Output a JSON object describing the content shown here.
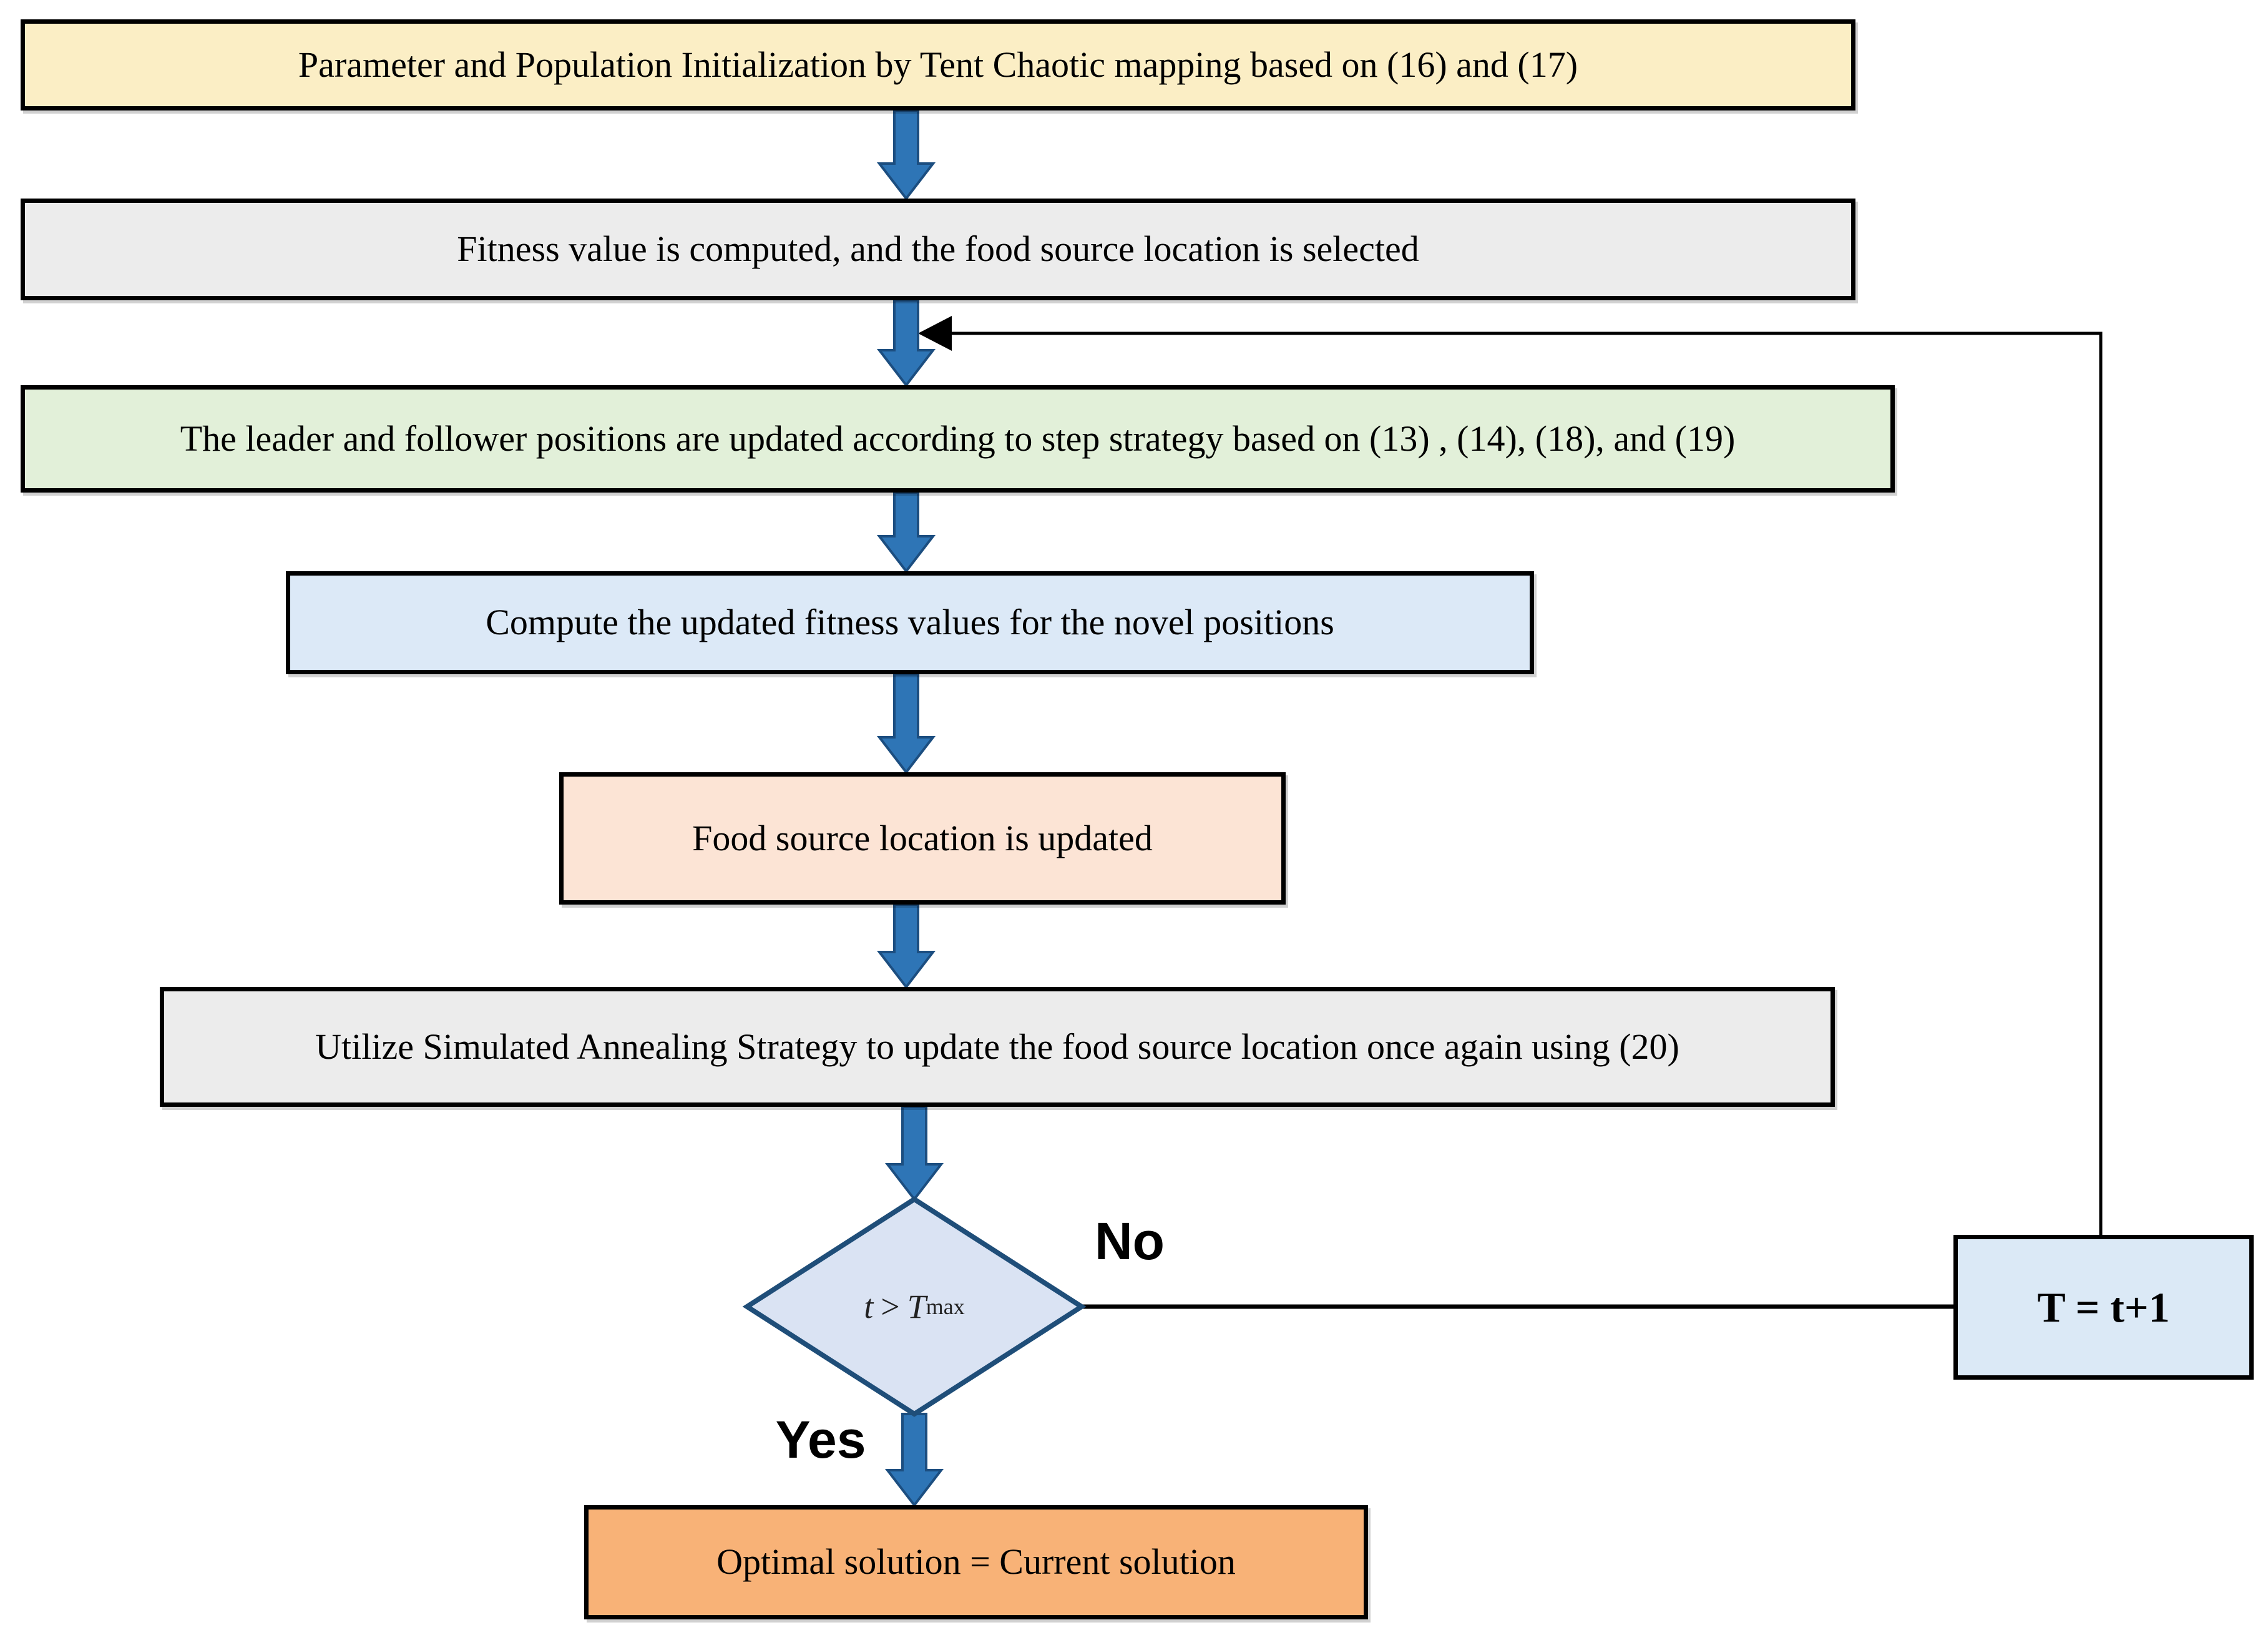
{
  "colors": {
    "background": "#ffffff",
    "init_fill": "#fbeec5",
    "fitness_fill": "#ececec",
    "leader_fill": "#e2f0d9",
    "compute_fill": "#dce9f7",
    "food_fill": "#fce4d5",
    "annealing_fill": "#ececec",
    "decision_fill": "#dae3f3",
    "decision_border": "#1f4e79",
    "increment_fill": "#dbe9f6",
    "optimal_fill": "#f8b277",
    "box_border": "#000000",
    "arrow_fill": "#2e75b6",
    "arrow_stroke": "#1c4e80",
    "connector": "#000000"
  },
  "nodes": {
    "init": {
      "label": "Parameter and Population Initialization by Tent Chaotic mapping based on (16) and (17)"
    },
    "fitness": {
      "label": "Fitness value is computed, and the food source location is selected"
    },
    "leader": {
      "label": "The leader and follower positions are updated according to step strategy based on (13) , (14), (18), and (19)"
    },
    "compute": {
      "label": "Compute the updated fitness values for the novel positions"
    },
    "food": {
      "label": "Food source location is updated"
    },
    "annealing": {
      "label": "Utilize Simulated Annealing Strategy to update the food source location once again using (20)"
    },
    "decision": {
      "var_t": "t",
      "op": ">",
      "var_T": "T",
      "subscript": "max"
    },
    "increment": {
      "label": "T = t+1"
    },
    "optimal": {
      "label": "Optimal solution = Current solution"
    }
  },
  "branches": {
    "no": "No",
    "yes": "Yes"
  }
}
